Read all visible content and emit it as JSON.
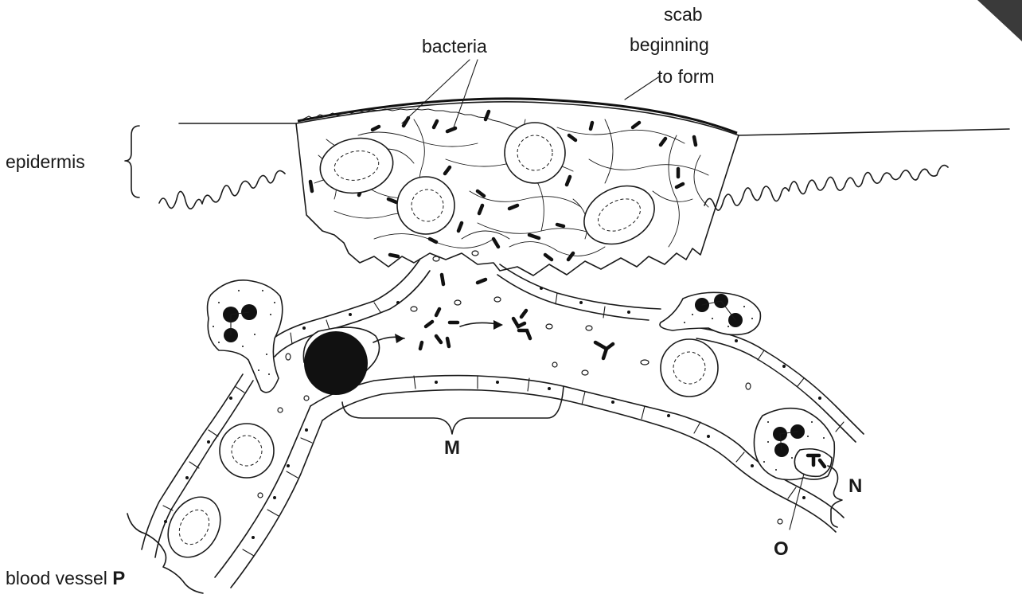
{
  "labels": {
    "bacteria": "bacteria",
    "scab_line1": "scab",
    "scab_line2": "beginning",
    "scab_line3": "to form",
    "epidermis": "epidermis",
    "m": "M",
    "n": "N",
    "o": "O",
    "blood_vessel": "blood vessel ",
    "p": "P"
  }
}
